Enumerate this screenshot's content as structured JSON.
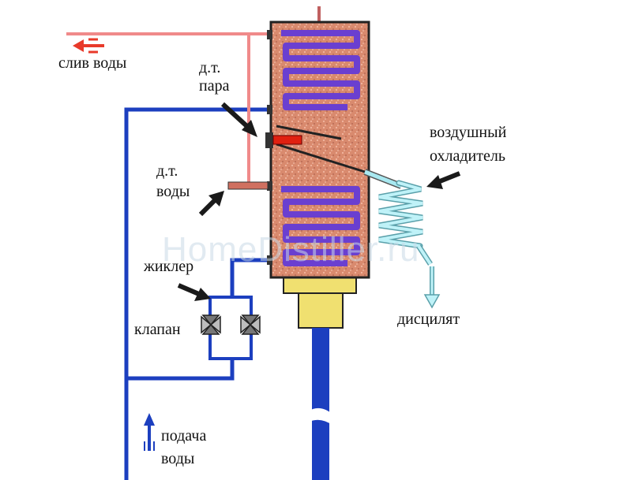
{
  "labels": {
    "drain": "слив воды",
    "steam_sensor_1": "д.т.",
    "steam_sensor_2": "пара",
    "water_sensor_1": "д.т.",
    "water_sensor_2": "воды",
    "jet": "жиклер",
    "valve": "клапан",
    "cooler_1": "воздушный",
    "cooler_2": "охладитель",
    "distillate": "дисцилят",
    "supply_1": "подача",
    "supply_2": "воды"
  },
  "watermark": "HomeDistiller.ru",
  "colors": {
    "hot_pipe": "#f08a8a",
    "cold_pipe": "#1c3fbf",
    "column_fill": "#d98a6e",
    "coil": "#6a3fd0",
    "cooler": "#a8e8f0",
    "boiler": "#f0e070",
    "arrow_red": "#e83a2a",
    "sensor_red": "#e02010"
  }
}
